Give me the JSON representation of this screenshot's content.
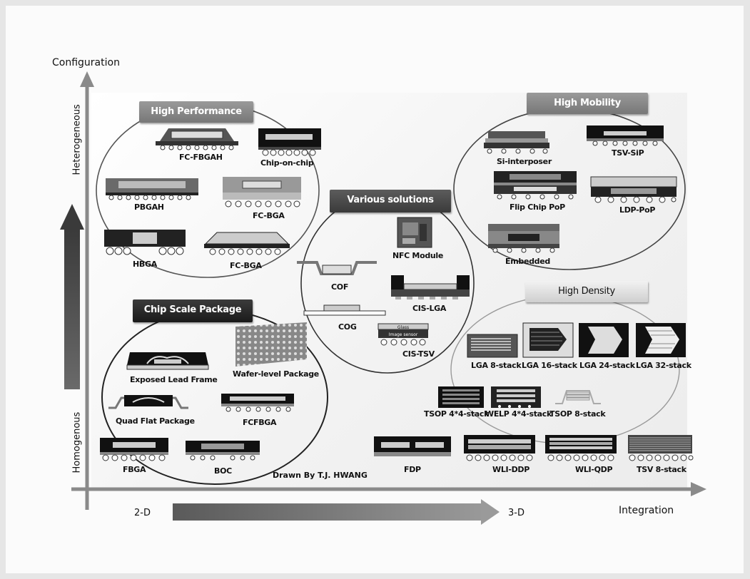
{
  "axes": {
    "y_label": "Configuration",
    "x_label": "Integration",
    "y_top": "Heterogeneous",
    "y_bottom": "Homogenous",
    "x_left": "2-D",
    "x_right": "3-D"
  },
  "groups": {
    "high_performance": "High Performance",
    "chip_scale": "Chip Scale Package",
    "various": "Various solutions",
    "high_mobility": "High Mobility",
    "high_density": "High Density"
  },
  "packages": {
    "fc_fbgah": "FC-FBGAH",
    "chip_on_chip": "Chip-on-chip",
    "pbgah": "PBGAH",
    "fc_bga_1": "FC-BGA",
    "hbga": "HBGA",
    "fc_bga_2": "FC-BGA",
    "nfc": "NFC Module",
    "cof": "COF",
    "cis_lga": "CIS-LGA",
    "cog": "COG",
    "cis_tsv": "CIS-TSV",
    "si_interposer": "Si-interposer",
    "tsv_sip": "TSV-SiP",
    "flip_chip_pop": "Flip Chip PoP",
    "ldp_pop": "LDP-PoP",
    "embedded": "Embedded",
    "exposed_lead": "Exposed Lead Frame",
    "wafer_level": "Wafer-level Package",
    "quad_flat": "Quad Flat Package",
    "fcfbga": "FCFBGA",
    "fbga": "FBGA",
    "boc": "BOC",
    "lga8": "LGA 8-stack",
    "lga16": "LGA 16-stack",
    "lga24": "LGA 24-stack",
    "lga32": "LGA 32-stack",
    "tsop44": "TSOP 4*4-stack",
    "welp44": "WELP 4*4-stack",
    "tsop8": "TSOP 8-stack",
    "fdp": "FDP",
    "wli_ddp": "WLI-DDP",
    "wli_qdp": "WLI-QDP",
    "tsv8": "TSV 8-stack"
  },
  "chip_labels": {
    "image_sensor": "Image sensor",
    "glass": "Glass"
  },
  "credit": "Drawn By T.J. HWANG"
}
